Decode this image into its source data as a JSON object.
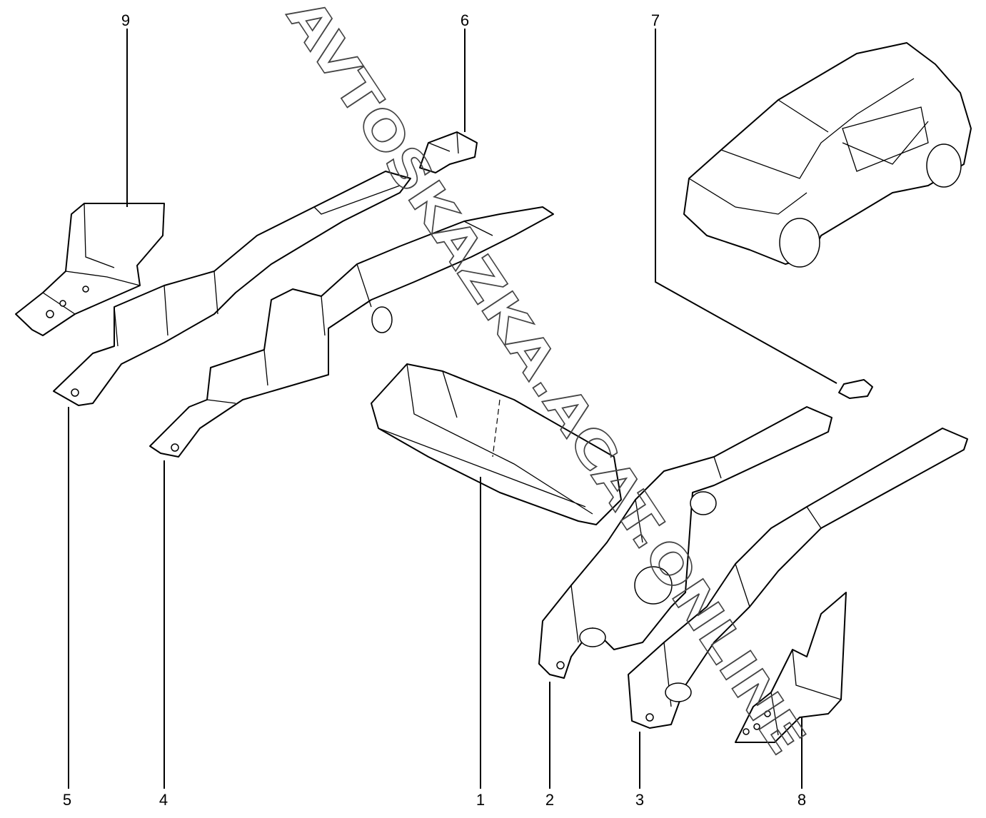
{
  "diagram": {
    "callouts": [
      {
        "id": "1",
        "label": "1"
      },
      {
        "id": "2",
        "label": "2"
      },
      {
        "id": "3",
        "label": "3"
      },
      {
        "id": "4",
        "label": "4"
      },
      {
        "id": "5",
        "label": "5"
      },
      {
        "id": "6",
        "label": "6"
      },
      {
        "id": "7",
        "label": "7"
      },
      {
        "id": "8",
        "label": "8"
      },
      {
        "id": "9",
        "label": "9"
      }
    ],
    "watermark": "AVTOSKAZKA.ACAT.ONLINE",
    "colors": {
      "line": "#000000",
      "background": "#ffffff"
    }
  }
}
